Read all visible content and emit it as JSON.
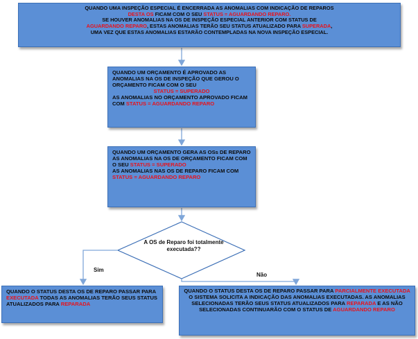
{
  "box1": {
    "l1a": "QUANDO UMA INSPEÇÃO ESPECIAL É ENCERRADA AS ANOMALIAS COM  INDICAÇÃO DE REPAROS",
    "l2a": "DESTA OS",
    "l2b": " FICAM COM O SEU ",
    "l2c": "STATUS = AGUARDANDO REPARO.",
    "l3a": "SE HOUVER ANOMALIAS NA OS DE INSPEÇÃO ESPECIAL ANTERIOR COM STATUS DE",
    "l4a": "AGUARDANDO REPARO",
    "l4b": ", ESTAS ANOMALIAS TERÃO SEU STATUS ATUALIZADO PARA ",
    "l4c": "SUPERADA",
    "l4d": ",",
    "l5a": "UMA VEZ QUE ESTAS ANOMALIAS ESTARÃO CONTEMPLADAS NA NOVA INSPEÇÃO ESPECIAL."
  },
  "box2": {
    "t1": "QUANDO UM ORÇAMENTO É APROVADO AS ANOMALIAS NA OS DE INSPEÇÃO QUE GEROU O ORÇAMENTO FICAM COM O SEU",
    "t2": "STATUS = SUPERADO",
    "t3": "AS ANOMALIAS NO ORÇAMENTO APROVADO FICAM COM ",
    "t4": "STATUS = AGUARDANDO REPARO"
  },
  "box3": {
    "t1": "QUANDO UM ORÇAMENTO GERA AS OSs DE REPARO AS ANOMALIAS NA OS DE ORÇAMENTO FICAM COM O SEU ",
    "t2": "STATUS = SUPERADO",
    "t3": "AS ANOMALIAS NAS OS DE REPARO FICAM COM ",
    "t4": "STATUS = AGUARDANDO REPARO"
  },
  "decision": {
    "text": "A OS de Reparo foi totalmente executada??"
  },
  "labels": {
    "yes": "Sim",
    "no": "Não"
  },
  "box4": {
    "t1": "QUANDO O STATUS DESTA OS DE REPARO  PASSAR PARA ",
    "t2": "EXECUTADA",
    "t3": " TODAS AS ANOMALIAS TERÃO SEUS STATUS ATUALIZADOS PARA ",
    "t4": "REPARADA"
  },
  "box5": {
    "t1": "QUANDO O STATUS DESTA OS DE REPARO PASSAR PARA ",
    "t2": "PARCIALMENTE EXECUTADA",
    "t3": " O SISTEMA SOLICITA A INDICAÇÃO DAS ANOMALIAS EXECUTADAS. AS ANOMALIAS SELECIONADAS TERÃO SEUS STATUS ATUALIZADOS PARA ",
    "t4": "REPARADA",
    "t5": " E AS NÃO SELECIONADAS CONTINUARÃO COM O STATUS DE ",
    "t6": "AGUARDANDO REPARO"
  },
  "colors": {
    "box_fill": "#5b8fd6",
    "highlight_text": "#e8121b",
    "connector": "#7fa6d9"
  }
}
